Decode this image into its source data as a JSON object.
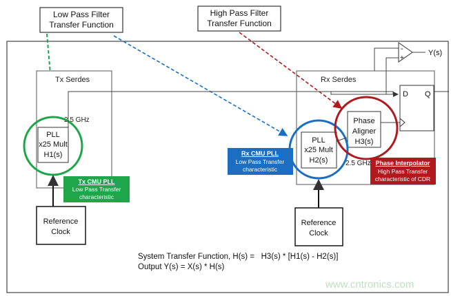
{
  "callouts": {
    "low_pass": [
      "Low Pass Filter",
      "Transfer Function"
    ],
    "high_pass": [
      "High Pass Filter",
      "Transfer Function"
    ]
  },
  "tx_block": {
    "title": "Tx Serdes",
    "freq": "2.5 GHz",
    "pll_lines": [
      "PLL",
      "x25 Mult",
      "H1(s)"
    ]
  },
  "rx_block": {
    "title": "Rx Serdes",
    "freq": "2.5 GHz",
    "pll_lines": [
      "PLL",
      "x25 Mult",
      "H2(s)"
    ],
    "aligner_lines": [
      "Phase",
      "Aligner",
      "H3(s)"
    ]
  },
  "flipflop": {
    "d": "D",
    "q": "Q"
  },
  "amp": {
    "minus": "-",
    "plus": "+",
    "output": "Y(s)"
  },
  "labels": {
    "tx_cmu": {
      "title": "Tx CMU PLL",
      "lines": [
        "Low Pass Transfer",
        "characteristic"
      ]
    },
    "rx_cmu": {
      "title": "Rx CMU PLL",
      "lines": [
        "Low Pass Transfer",
        "characteristic"
      ]
    },
    "phase_interp": {
      "title": "Phase Interpolator",
      "lines": [
        "High Pass Transfer",
        "characteristic of CDR"
      ]
    }
  },
  "ref_clock_tx": [
    "Reference",
    "Clock"
  ],
  "ref_clock_rx": [
    "Reference",
    "Clock"
  ],
  "equations": [
    "System Transfer Function, H(s) =   H3(s) * [H1(s) - H2(s)]",
    "Output Y(s) = X(s) * H(s)"
  ],
  "watermark": "www.cntronics.com",
  "colors": {
    "green": "#1fa64a",
    "blue": "#1b6ec2",
    "red": "#b0191e",
    "line": "#333333"
  }
}
